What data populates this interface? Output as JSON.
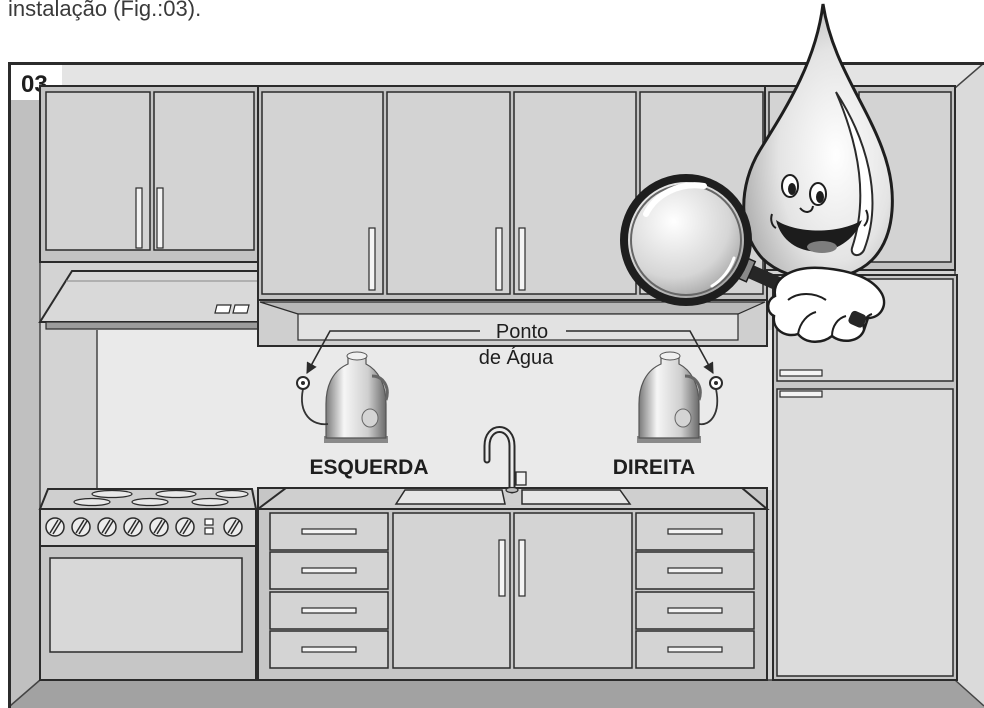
{
  "caption": "instalação (Fig.:03).",
  "figure_number": "03",
  "water_point_label": {
    "line1": "Ponto",
    "line2": "de Água"
  },
  "left_label": "ESQUERDA",
  "right_label": "DIREITA"
}
